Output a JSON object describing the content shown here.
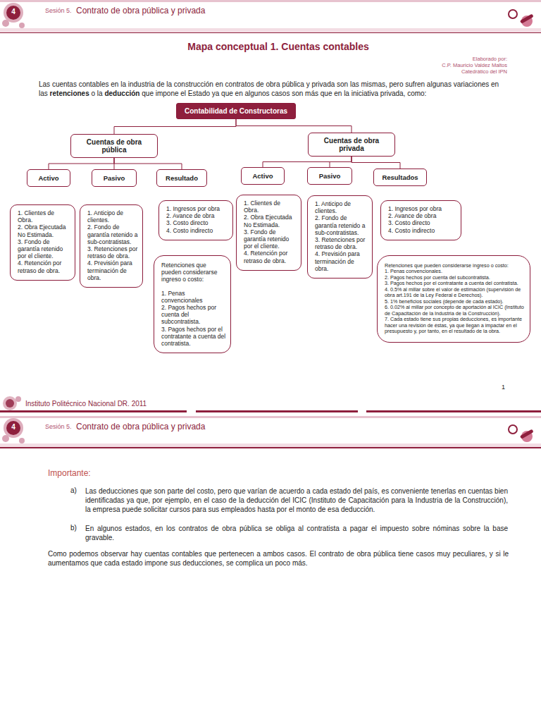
{
  "diagram": {
    "title": "Mapa conceptual 1. Cuentas contables",
    "nodes": [
      {
        "text": [
          "Contabilidad de Constructoras"
        ]
      },
      {
        "text": [
          "Cuentas de obra pública"
        ]
      },
      {
        "text": [
          "Cuentas de obra privada"
        ]
      },
      {
        "text": [
          "Activo"
        ]
      },
      {
        "text": [
          "Pasivo"
        ]
      },
      {
        "text": [
          "Resultado"
        ]
      },
      {
        "text": [
          "1. Clientes de Obra.",
          "2. Obra Ejecutada No Estimada.",
          "3. Fondo de garantía retenido por el cliente.",
          "4. Retención por retraso de obra."
        ]
      },
      {
        "text": [
          "1. Anticipo de clientes.",
          "2. Fondo de garantía retenido a sub-contratistas.",
          "3. Retenciones por retraso de obra.",
          "4. Previsión para terminación de obra."
        ]
      },
      {
        "text": [
          "1. Ingresos por obra",
          "2. Avance de obra",
          "3. Costo directo",
          "4. Costo indirecto"
        ]
      },
      {
        "text": [
          "Retenciones que pueden considerarse ingreso o costo:",
          "1. Penas convencionales",
          "2. Pagos hechos por cuenta del subcontratista.",
          "3. Pagos hechos por el contratante a cuenta del contratista."
        ]
      },
      {
        "text": [
          "Activo"
        ]
      },
      {
        "text": [
          "Pasivo"
        ]
      },
      {
        "text": [
          "Resultados"
        ]
      },
      {
        "text": [
          "1. Clientes de Obra.",
          "2. Obra Ejecutada No Estimada.",
          "3. Fondo de garantía retenido por el cliente.",
          "4. Retención por retraso de obra."
        ]
      },
      {
        "text": [
          "1. Anticipo de clientes.",
          "2. Fondo de garantía retenido a sub-contratistas.",
          "3. Retenciones por retraso de obra.",
          "4. Previsión para terminación de obra."
        ]
      },
      {
        "text": [
          "1. Ingresos por obra",
          "2. Avance de obra",
          "3. Costo directo",
          "4. Costo indirecto"
        ]
      },
      {
        "text": [
          "Retenciones que pueden considerarse ingreso o costo:",
          "1. Penas convencionales.",
          "2. Pagos hechos por cuenta del subcontratista.",
          "3. Pagos hechos por el contratante a cuenta del contratista.",
          "4. 0.5% al millar sobre el valor de estimación (supervisión de obra art.191 de la Ley Federal e Derechos).",
          "5. 1% beneficios sociales (depende de cada estado).",
          "6. 0.02% al millar por concepto de aportación al ICIC (Instituto de Capacitación de la Industria de la Construcción).",
          "7. Cada estado tiene sus propias deducciones, es importante hacer una revisión de éstas, ya que llegan a impactar en el presupuesto y, por tanto, en el resultado de la obra."
        ]
      }
    ],
    "edges": [
      {
        "from": 0,
        "to": 1,
        "arrow": "none"
      },
      {
        "from": 0,
        "to": 2,
        "arrow": "none"
      },
      {
        "from": 1,
        "to": 3,
        "arrow": "none"
      },
      {
        "from": 1,
        "to": 4,
        "arrow": "none"
      },
      {
        "from": 1,
        "to": 5,
        "arrow": "none"
      },
      {
        "from": 2,
        "to": 10,
        "arrow": "none"
      },
      {
        "from": 2,
        "to": 11,
        "arrow": "none"
      },
      {
        "from": 2,
        "to": 12,
        "arrow": "none"
      }
    ],
    "labels": [
      "4",
      "Sesión 5.",
      "Contrato de obra pública y privada",
      "Elaborado por:",
      "C.P. Mauricio Valdez Maltos",
      "Catedrático del IPN",
      "Las cuentas contables en la industria de la construcción en contratos de obra pública y privada son las mismas, pero sufren algunas variaciones en las",
      "retenciones",
      "o la",
      "deducción",
      "que impone el Estado ya que en algunos casos son más que en la iniciativa privada, como:",
      "1",
      "Instituto Politécnico Nacional DR. 2011",
      "4",
      "Sesión 5.",
      "Contrato de obra pública y privada",
      "Importante:",
      "a)",
      "Las deducciones que son parte del costo, pero que varían de acuerdo a cada estado del país, es conveniente tenerlas en cuentas bien identificadas ya que, por ejemplo, en el caso de la deducción del ICIC (Instituto de Capacitación para la Industria de la Construcción), la empresa puede solicitar cursos para sus empleados hasta por el monto de esa deducción.",
      "b)",
      "En algunos estados, en los contratos de obra pública se obliga al contratista a pagar el impuesto sobre nóminas sobre la base gravable.",
      "Como podemos observar hay cuentas contables que pertenecen a ambos casos. El contrato de obra pública tiene casos muy peculiares, y si le aumentamos que cada estado impone sus deducciones, se complica un poco más."
    ]
  }
}
